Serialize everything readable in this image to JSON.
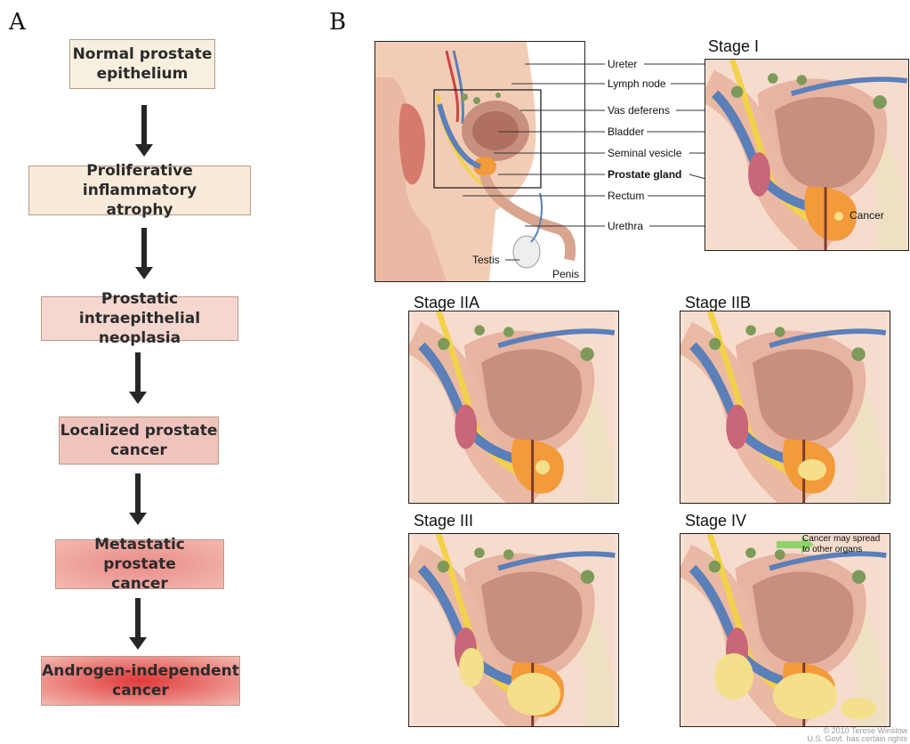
{
  "panel_a": {
    "letter": "A",
    "steps": [
      {
        "label": "Normal prostate\nepithelium",
        "color": "#f8f0df"
      },
      {
        "label": "Proliferative inflammatory\natrophy",
        "color": "#f8ebd9"
      },
      {
        "label": "Prostatic intraepithelial\nneoplasia",
        "color": "#f5d7cf"
      },
      {
        "label": "Localized prostate\ncancer",
        "color": "#f0c4bd"
      },
      {
        "label": "Metastatic prostate\ncancer",
        "color": "#e98c89"
      },
      {
        "label": "Androgen-independent\ncancer",
        "color": "#e03a3a"
      }
    ]
  },
  "panel_b": {
    "letter": "B",
    "anatomy_labels": {
      "ureter": "Ureter",
      "lymph_node": "Lymph node",
      "vas_deferens": "Vas deferens",
      "bladder": "Bladder",
      "seminal_vesicle": "Seminal vesicle",
      "prostate_gland": "Prostate gland",
      "rectum": "Rectum",
      "urethra": "Urethra",
      "testis": "Testis",
      "penis": "Penis"
    },
    "stages": {
      "stage_1": "Stage I",
      "stage_2a": "Stage IIA",
      "stage_2b": "Stage IIB",
      "stage_3": "Stage III",
      "stage_4": "Stage IV"
    },
    "annotations": {
      "cancer": "Cancer",
      "spread": "Cancer may spread\nto other organs"
    },
    "credit": "© 2010 Terese Winslow\nU.S. Govt. has certain rights"
  },
  "colors": {
    "tissue": "#f0c8b8",
    "bladder": "#c98f7e",
    "prostate": "#f39a3a",
    "vessel_blue": "#5b7fb8",
    "ureter_yellow": "#f2d24b",
    "lymph_green": "#7d9a5a",
    "seminal": "#c9667a",
    "tumor": "#f4df8a"
  }
}
